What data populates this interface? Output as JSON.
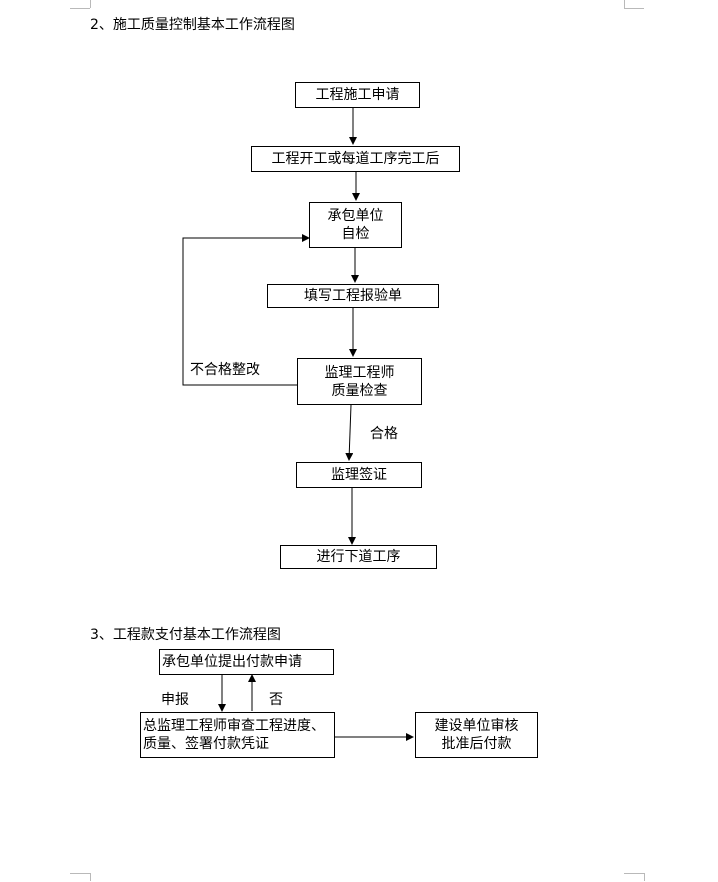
{
  "section2": {
    "heading": "2、施工质量控制基本工作流程图",
    "steps": {
      "apply": "工程施工申请",
      "start": "工程开工或每道工序完工后",
      "self_check_1": "承包单位",
      "self_check_2": "自检",
      "fill_form": "填写工程报验单",
      "inspect_1": "监理工程师",
      "inspect_2": "质量检查",
      "sign": "监理签证",
      "next": "进行下道工序"
    },
    "labels": {
      "fail": "不合格整改",
      "pass": "合格"
    }
  },
  "section3": {
    "heading": "3、工程款支付基本工作流程图",
    "steps": {
      "request": "承包单位提出付款申请",
      "review_1": "总监理工程师审查工程进度、",
      "review_2": "质量、签署付款凭证",
      "approve_1": "建设单位审核",
      "approve_2": "批准后付款"
    },
    "labels": {
      "submit": "申报",
      "reject": "否"
    }
  }
}
